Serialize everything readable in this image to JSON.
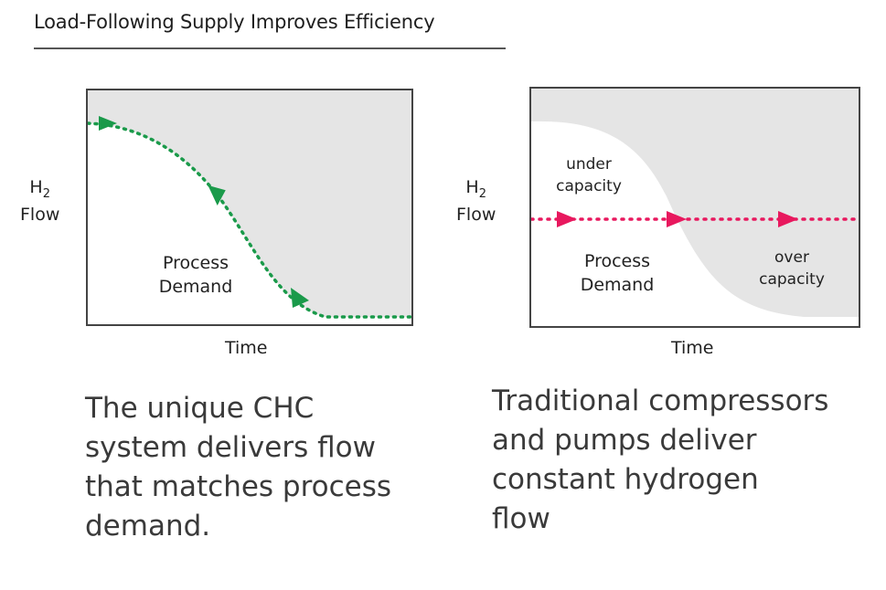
{
  "header": {
    "title": "Load-Following Supply Improves Efficiency"
  },
  "left_panel": {
    "y_axis_label_main": "H",
    "y_axis_label_sub": "2",
    "y_axis_label_line2": "Flow",
    "x_axis_label": "Time",
    "region_label_line1": "Process",
    "region_label_line2": "Demand",
    "flow_color": "#1a9a4a",
    "shade_color": "#e5e5e5",
    "caption": "The unique CHC\nsystem delivers flow\nthat matches process\ndemand."
  },
  "right_panel": {
    "y_axis_label_main": "H",
    "y_axis_label_sub": "2",
    "y_axis_label_line2": "Flow",
    "x_axis_label": "Time",
    "under_label_line1": "under",
    "under_label_line2": "capacity",
    "over_label_line1": "over",
    "over_label_line2": "capacity",
    "region_label_line1": "Process",
    "region_label_line2": "Demand",
    "flow_color": "#e8185e",
    "shade_color": "#e5e5e5",
    "caption": "Traditional compressors\nand pumps deliver\nconstant hydrogen\nflow"
  }
}
